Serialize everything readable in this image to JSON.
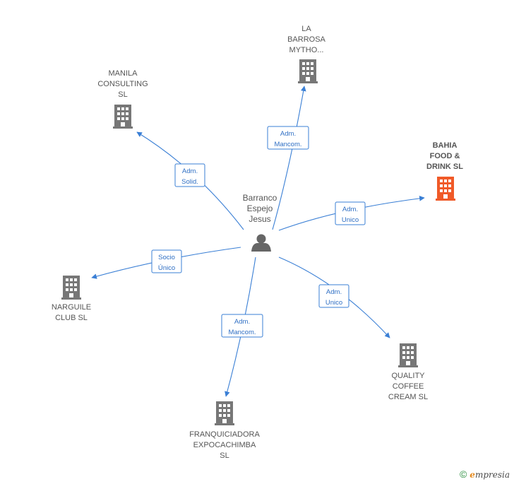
{
  "center": {
    "name_lines": [
      "Barranco",
      "Espejo",
      "Jesus"
    ],
    "icon": "person-icon"
  },
  "companies": [
    {
      "id": "la-barrosa",
      "lines": [
        "LA",
        "BARROSA",
        "MYTHO..."
      ],
      "icon": "building-icon",
      "color": "#777777",
      "highlight": false
    },
    {
      "id": "manila-consulting",
      "lines": [
        "MANILA",
        "CONSULTING",
        "SL"
      ],
      "icon": "building-icon",
      "color": "#777777",
      "highlight": false
    },
    {
      "id": "bahia-food-drink",
      "lines": [
        "BAHIA",
        "FOOD &",
        "DRINK  SL"
      ],
      "icon": "building-icon",
      "color": "#f05a28",
      "highlight": true
    },
    {
      "id": "narguile-club",
      "lines": [
        "NARGUILE",
        "CLUB  SL"
      ],
      "icon": "building-icon",
      "color": "#777777",
      "highlight": false
    },
    {
      "id": "quality-coffee-cream",
      "lines": [
        "QUALITY",
        "COFFEE",
        "CREAM  SL"
      ],
      "icon": "building-icon",
      "color": "#777777",
      "highlight": false
    },
    {
      "id": "franquiciadora-expocachimba",
      "lines": [
        "FRANQUICIADORA",
        "EXPOCACHIMBA",
        "SL"
      ],
      "icon": "building-icon",
      "color": "#777777",
      "highlight": false
    }
  ],
  "edges": [
    {
      "to": "la-barrosa",
      "lines": [
        "Adm.",
        "Mancom."
      ]
    },
    {
      "to": "manila-consulting",
      "lines": [
        "Adm.",
        "Solid."
      ]
    },
    {
      "to": "bahia-food-drink",
      "lines": [
        "Adm.",
        "Unico"
      ]
    },
    {
      "to": "narguile-club",
      "lines": [
        "Socio",
        "Único"
      ]
    },
    {
      "to": "quality-coffee-cream",
      "lines": [
        "Adm.",
        "Unico"
      ]
    },
    {
      "to": "franquiciadora-expocachimba",
      "lines": [
        "Adm.",
        "Mancom."
      ]
    }
  ],
  "footer": {
    "copyright": "©",
    "brand_first": "e",
    "brand_rest": "mpresia"
  },
  "colors": {
    "edge": "#3a7fd5",
    "building": "#777777",
    "building_highlight": "#f05a28",
    "person": "#666666"
  }
}
